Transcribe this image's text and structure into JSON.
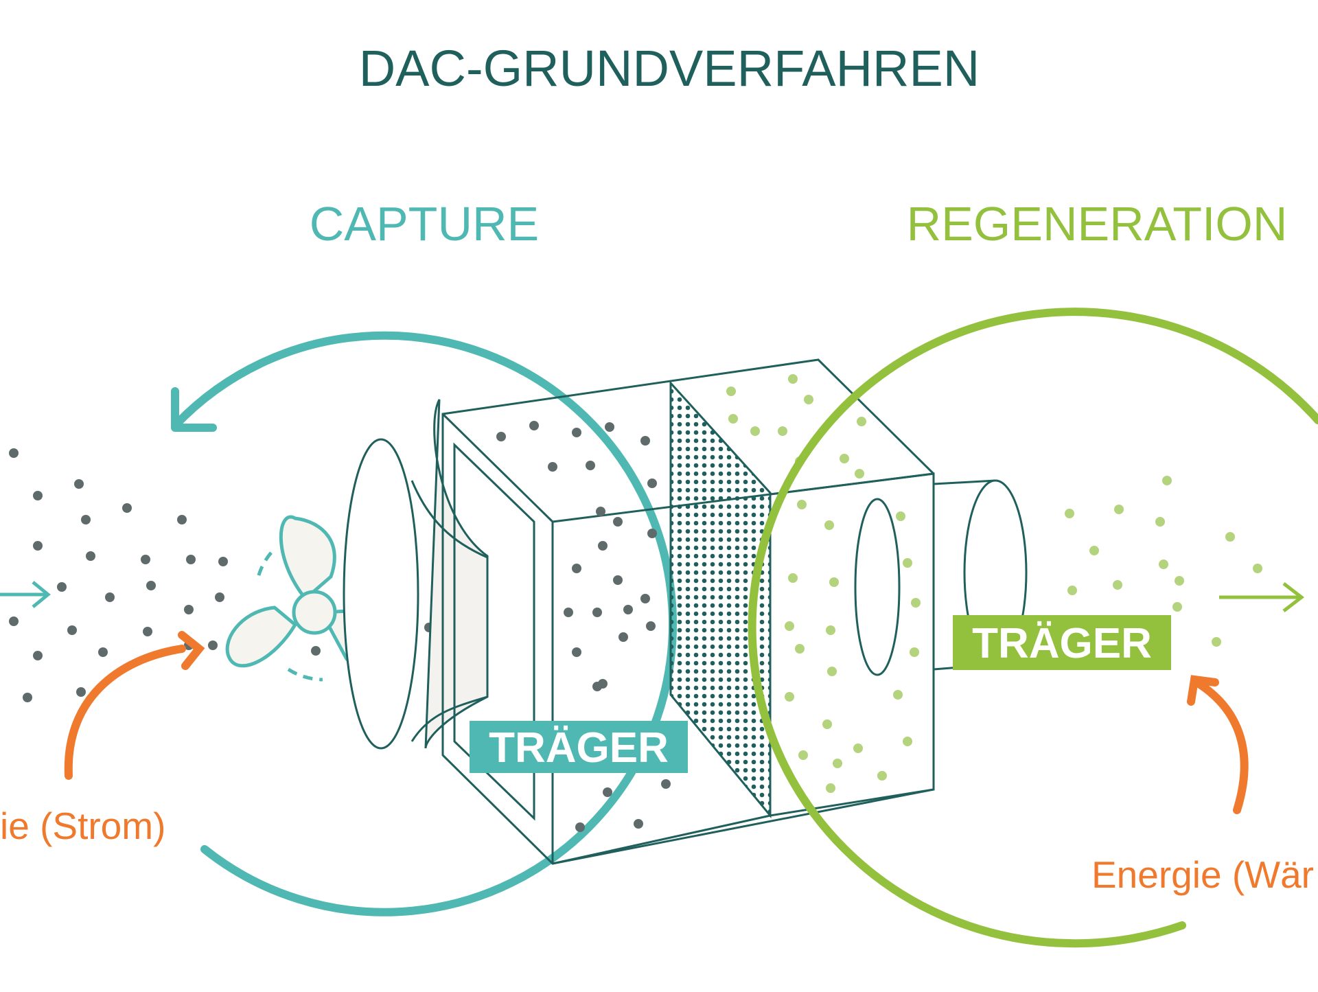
{
  "title": "DAC-GRUNDVERFAHREN",
  "stages": {
    "capture": {
      "label": "CAPTURE"
    },
    "regeneration": {
      "label": "REGENERATION"
    }
  },
  "tags": {
    "carrier_capture": "TRÄGER",
    "carrier_regeneration": "TRÄGER"
  },
  "energy": {
    "capture": "ie (Strom)",
    "regeneration": "Energie (Wär"
  },
  "colors": {
    "title": "#1f5f5c",
    "capture": "#4fb8b3",
    "regeneration": "#93c13e",
    "energy": "#ef7a2e",
    "line": "#1f5f5c",
    "dot_dark": "#5f6b6b",
    "dot_light": "#b3d37c"
  }
}
